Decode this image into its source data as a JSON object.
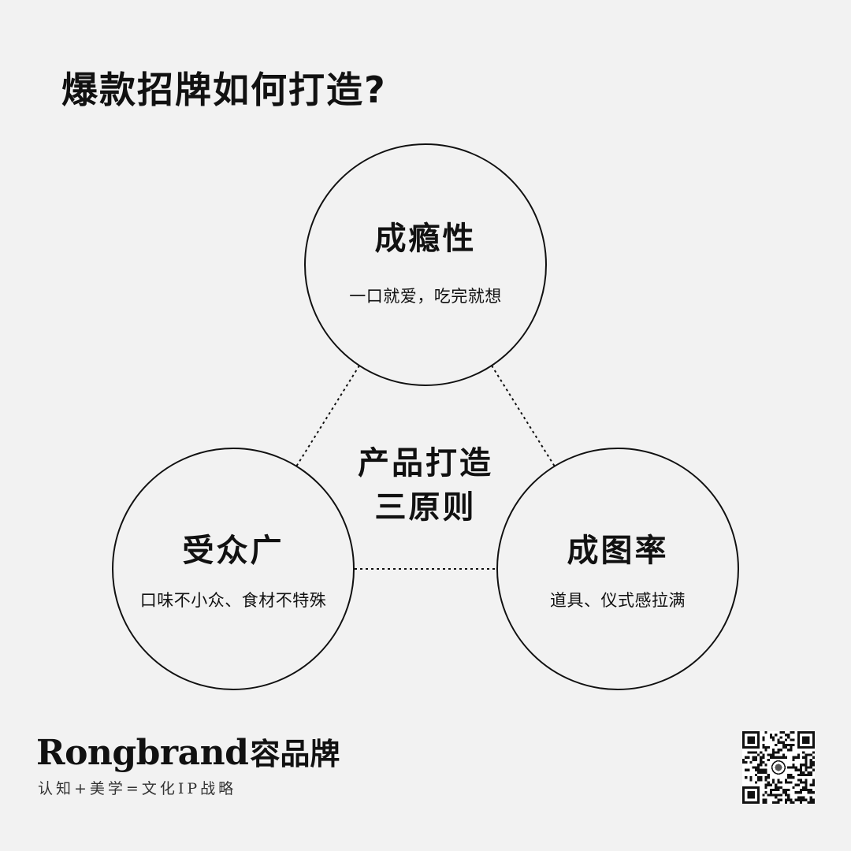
{
  "title": "爆款招牌如何打造?",
  "diagram": {
    "center": {
      "line1": "产品打造",
      "line2": "三原则"
    },
    "nodes": [
      {
        "id": "top",
        "heading": "成瘾性",
        "subtitle": "一口就爱，吃完就想"
      },
      {
        "id": "left",
        "heading": "受众广",
        "subtitle": "口味不小众、食材不特殊"
      },
      {
        "id": "right",
        "heading": "成图率",
        "subtitle": "道具、仪式感拉满"
      }
    ],
    "connector_style": "dotted"
  },
  "brand": {
    "name_en": "Rongbrand",
    "name_cn": "容品牌",
    "slogan": "认知+美学=文化IP战略"
  },
  "qr_code": {
    "icon": "qr-code-icon"
  },
  "colors": {
    "background": "#f2f2f2",
    "ink": "#111111"
  }
}
